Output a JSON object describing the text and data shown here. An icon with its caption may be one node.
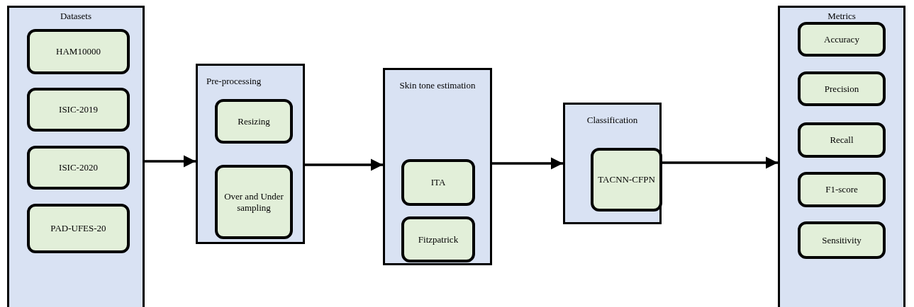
{
  "diagram": {
    "nodes": [
      {
        "text": [
          "Datasets"
        ]
      },
      {
        "text": [
          "HAM10000"
        ],
        "in": 0
      },
      {
        "text": [
          "ISIC-2019"
        ],
        "in": 0
      },
      {
        "text": [
          "ISIC-2020"
        ],
        "in": 0
      },
      {
        "text": [
          "PAD-UFES-20"
        ],
        "in": 0
      },
      {
        "text": [
          "Pre-processing"
        ]
      },
      {
        "text": [
          "Resizing"
        ],
        "in": 5
      },
      {
        "text": [
          "Over and Under sampling"
        ],
        "in": 5
      },
      {
        "text": [
          "Skin tone estimation"
        ]
      },
      {
        "text": [
          "ITA"
        ],
        "in": 8
      },
      {
        "text": [
          "Fitzpatrick"
        ],
        "in": 8
      },
      {
        "text": [
          "Classification"
        ]
      },
      {
        "text": [
          "TACNN-CFPN"
        ],
        "in": 11
      },
      {
        "text": [
          "Metrics"
        ]
      },
      {
        "text": [
          "Accuracy"
        ],
        "in": 13
      },
      {
        "text": [
          "Precision"
        ],
        "in": 13
      },
      {
        "text": [
          "Recall"
        ],
        "in": 13
      },
      {
        "text": [
          "F1-score"
        ],
        "in": 13
      },
      {
        "text": [
          "Sensitivity"
        ],
        "in": 13
      }
    ],
    "edges": [
      {
        "from": 0,
        "to": 5,
        "arrow": "to"
      },
      {
        "from": 5,
        "to": 8,
        "arrow": "to"
      },
      {
        "from": 8,
        "to": 11,
        "arrow": "to"
      },
      {
        "from": 11,
        "to": 13,
        "arrow": "to"
      }
    ]
  }
}
